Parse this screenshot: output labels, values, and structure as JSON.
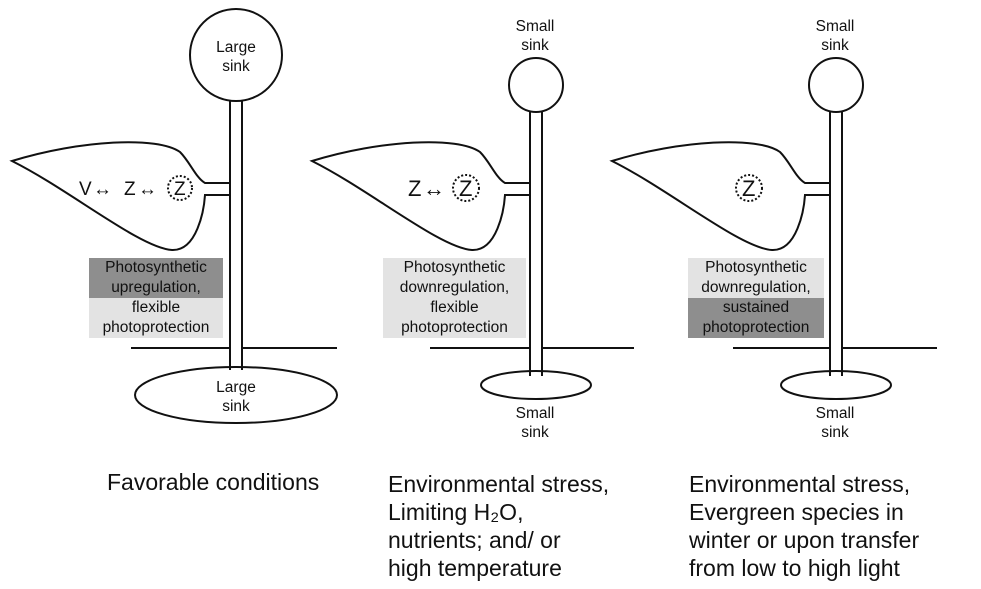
{
  "panels": [
    {
      "sink_top_label": "Large\nsink",
      "sink_bottom_label": "Large\nsink",
      "leaf_equation": [
        "V",
        "↔",
        "Z",
        "↔",
        "Z"
      ],
      "box_lines": [
        {
          "text": "Photosynthetic",
          "shade": "dark"
        },
        {
          "text": "upregulation,",
          "shade": "dark"
        },
        {
          "text": "flexible",
          "shade": "light"
        },
        {
          "text": "photoprotection",
          "shade": "light"
        }
      ],
      "caption_lines": [
        "Favorable conditions"
      ]
    },
    {
      "sink_top_label": "Small\nsink",
      "sink_bottom_label": "Small\nsink",
      "leaf_equation": [
        "Z",
        "↔",
        "Z"
      ],
      "box_lines": [
        {
          "text": "Photosynthetic",
          "shade": "light"
        },
        {
          "text": "downregulation,",
          "shade": "light"
        },
        {
          "text": "flexible",
          "shade": "light"
        },
        {
          "text": "photoprotection",
          "shade": "light"
        }
      ],
      "caption_lines": [
        "Environmental stress,",
        "Limiting H₂O,",
        "nutrients; and/ or",
        "high temperature"
      ]
    },
    {
      "sink_top_label": "Small\nsink",
      "sink_bottom_label": "Small\nsink",
      "leaf_equation": [
        "Z"
      ],
      "box_lines": [
        {
          "text": "Photosynthetic",
          "shade": "light"
        },
        {
          "text": "downregulation,",
          "shade": "light"
        },
        {
          "text": "sustained",
          "shade": "dark"
        },
        {
          "text": "photoprotection",
          "shade": "dark"
        }
      ],
      "caption_lines": [
        "Environmental stress,",
        "Evergreen species in",
        "winter or upon transfer",
        "from low to high light"
      ]
    }
  ],
  "colors": {
    "dark_box": "#8e8e8e",
    "light_box": "#e3e3e3",
    "line": "#111111"
  }
}
